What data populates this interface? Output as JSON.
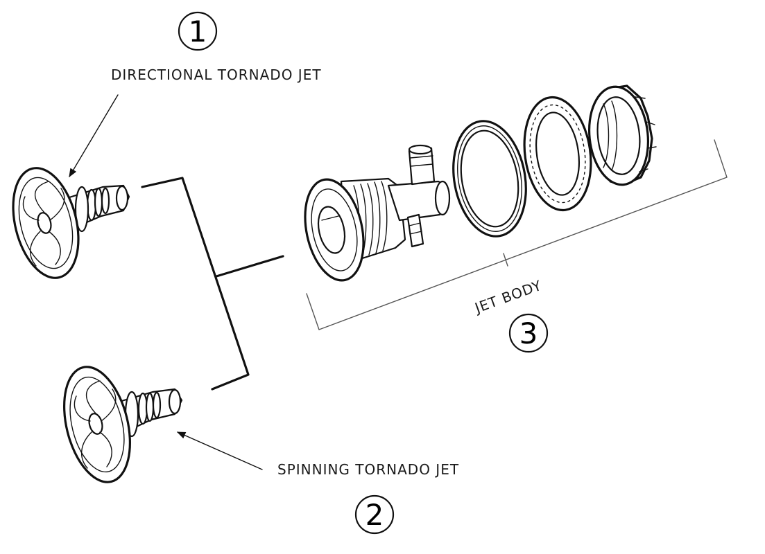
{
  "callouts": [
    {
      "number": "1",
      "label": "DIRECTIONAL TORNADO JET"
    },
    {
      "number": "2",
      "label": "SPINNING TORNADO JET"
    },
    {
      "number": "3",
      "label": "JET BODY"
    }
  ]
}
